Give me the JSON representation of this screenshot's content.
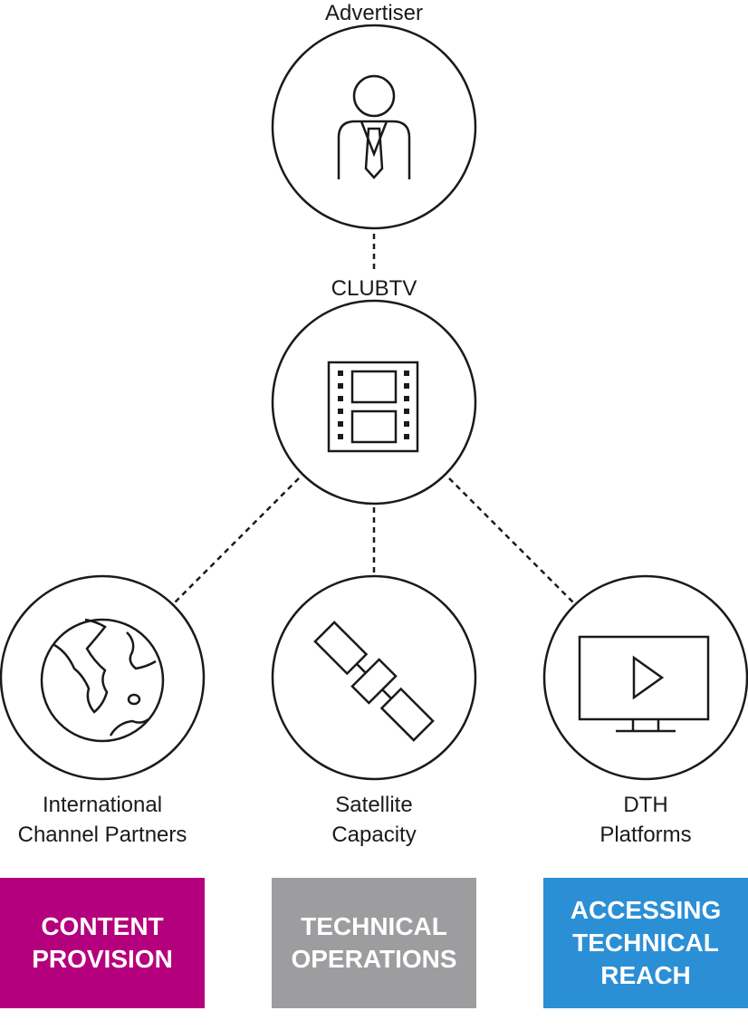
{
  "nodes": {
    "advertiser": {
      "label": "Advertiser",
      "icon": "businessman-icon"
    },
    "clubtv": {
      "label": "CLUBTV",
      "icon": "film-strip-icon"
    },
    "international": {
      "label_lines": [
        "International",
        "Channel Partners"
      ],
      "icon": "globe-icon"
    },
    "satellite": {
      "label_lines": [
        "Satellite",
        "Capacity"
      ],
      "icon": "satellite-icon"
    },
    "dth": {
      "label_lines": [
        "DTH",
        "Platforms"
      ],
      "icon": "tv-play-icon"
    }
  },
  "tags": [
    {
      "lines": [
        "CONTENT",
        "PROVISION"
      ],
      "color": "#b5007d"
    },
    {
      "lines": [
        "TECHNICAL",
        "OPERATIONS"
      ],
      "color": "#9d9da0"
    },
    {
      "lines": [
        "ACCESSING",
        "TECHNICAL",
        "REACH"
      ],
      "color": "#2b8fd6"
    }
  ],
  "colors": {
    "stroke": "#1a1a1a"
  }
}
